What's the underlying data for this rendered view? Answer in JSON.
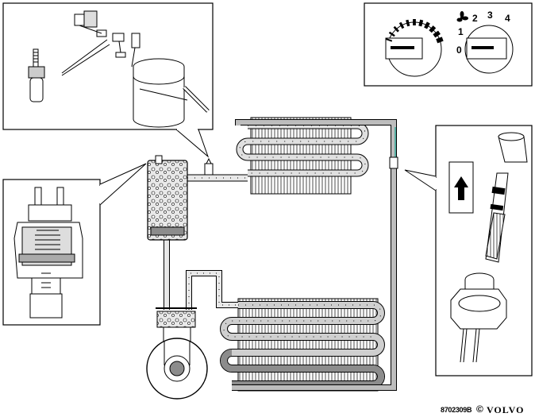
{
  "figure": {
    "reference_code": "8702309B",
    "copyright_symbol": "©",
    "brand": "VOLVO"
  },
  "fan_control": {
    "icon": "fan-icon",
    "speed_labels": [
      "0",
      "1",
      "2",
      "3",
      "4"
    ]
  },
  "colors": {
    "line": "#000000",
    "pipe_fill": "#bdbdbd",
    "liquid_fill": "#8c8c8c",
    "background": "#ffffff",
    "highlight": "#33aa99"
  }
}
